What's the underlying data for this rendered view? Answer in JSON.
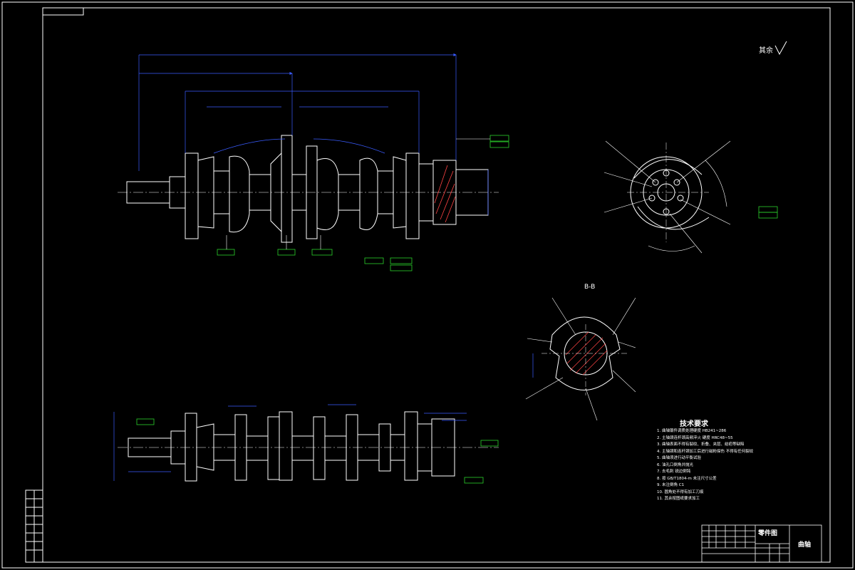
{
  "colors": {
    "background": "#000000",
    "outline": "#ffffff",
    "dimension": "#3a5cff",
    "leader": "#ffffff",
    "datum": "#2bd12b"
  },
  "drawing": {
    "surface_symbol": "其余",
    "section_title": "B-B",
    "tech_title": "技术要求",
    "tech_items": [
      "1. 曲轴锻件调质处理硬度 HB241~286",
      "2. 主轴颈连杆颈高频淬火 硬度 HRC48~55",
      "3. 曲轴表面不得有裂纹、折叠、夹层、结疤等缺陷",
      "4. 主轴颈和连杆颈加工后进行磁粉探伤 不得有任何裂纹",
      "5. 曲轴须进行动平衡试验",
      "6. 油孔口倒角并抛光",
      "7. 去毛刺 锐边倒钝",
      "8. 按 GB/T1804-m 未注尺寸公差",
      "9. 未注倒角 C1",
      "10. 圆角处不得有加工刀痕",
      "11. 其余按图纸要求加工"
    ],
    "title_block": {
      "drawing_type": "零件图",
      "part_name": "曲轴"
    }
  }
}
